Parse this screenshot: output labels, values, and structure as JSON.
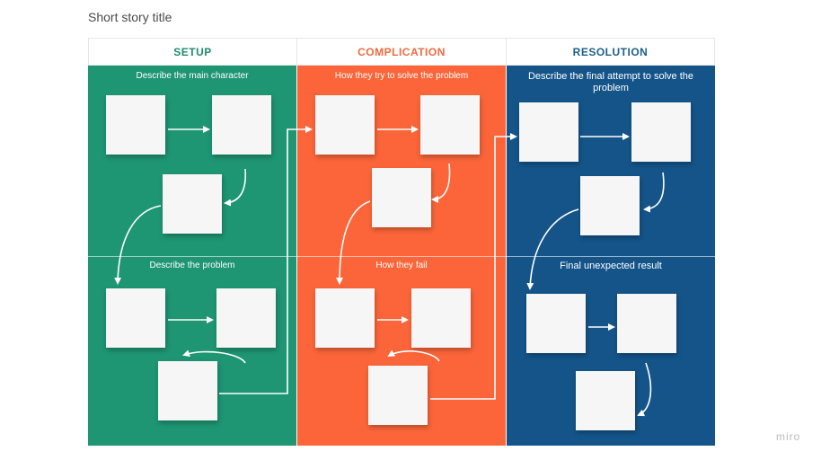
{
  "board": {
    "title": "Short story title",
    "logo": "miro"
  },
  "columns": [
    {
      "header": "SETUP",
      "header_color": "#1f8a70",
      "bg_color": "#1e9573",
      "top_label": "Describe the main character",
      "bottom_label": "Describe the problem"
    },
    {
      "header": "COMPLICATION",
      "header_color": "#f06a3d",
      "bg_color": "#fb6539",
      "top_label": "How they try to solve the problem",
      "bottom_label": "How they fail"
    },
    {
      "header": "RESOLUTION",
      "header_color": "#1b5f8a",
      "bg_color": "#145489",
      "top_label": "Describe the final attempt to solve the problem",
      "bottom_label": "Final unexpected result"
    }
  ],
  "colors": {
    "sticky": "#f6f6f6",
    "connector": "#ffffff"
  }
}
